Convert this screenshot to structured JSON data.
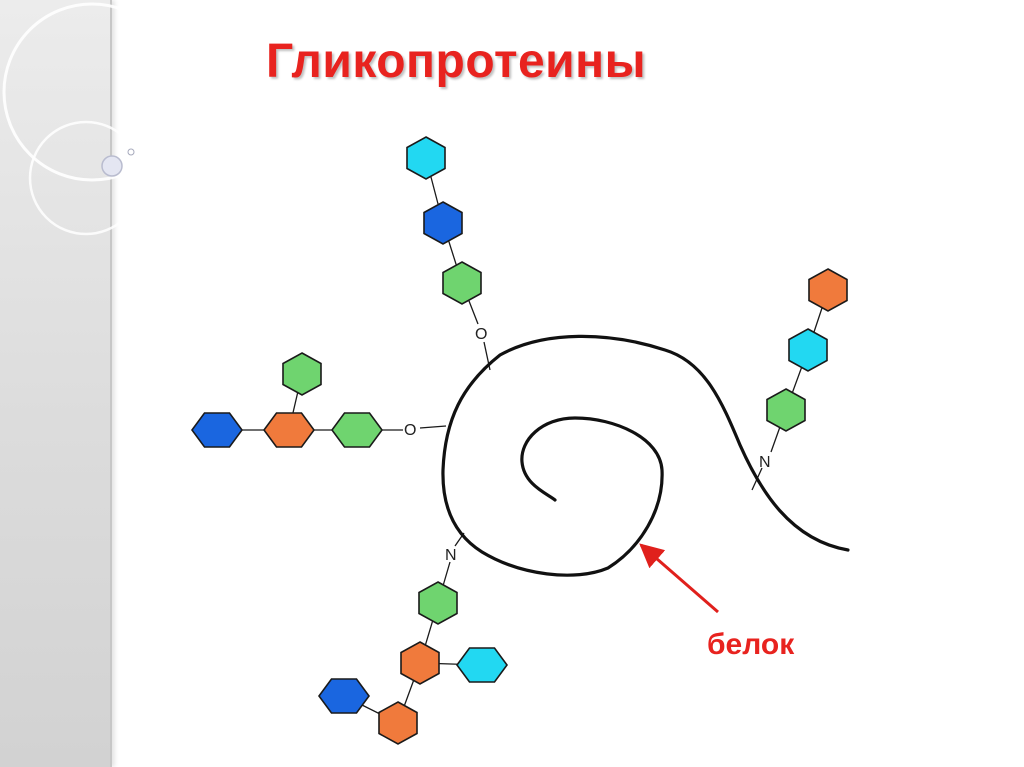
{
  "title": "Гликопротеины",
  "protein_label": "белок",
  "linkage_labels": {
    "o_top": "O",
    "o_left": "O",
    "n_right": "N",
    "n_bottom": "N"
  },
  "colors": {
    "title": "#e8231f",
    "label": "#e8231f",
    "arrow": "#e0201c",
    "green": "#6fd46f",
    "blue": "#1a66e0",
    "cyan": "#22d8f2",
    "orange": "#f07a3c",
    "outline": "#1a1a1a"
  }
}
